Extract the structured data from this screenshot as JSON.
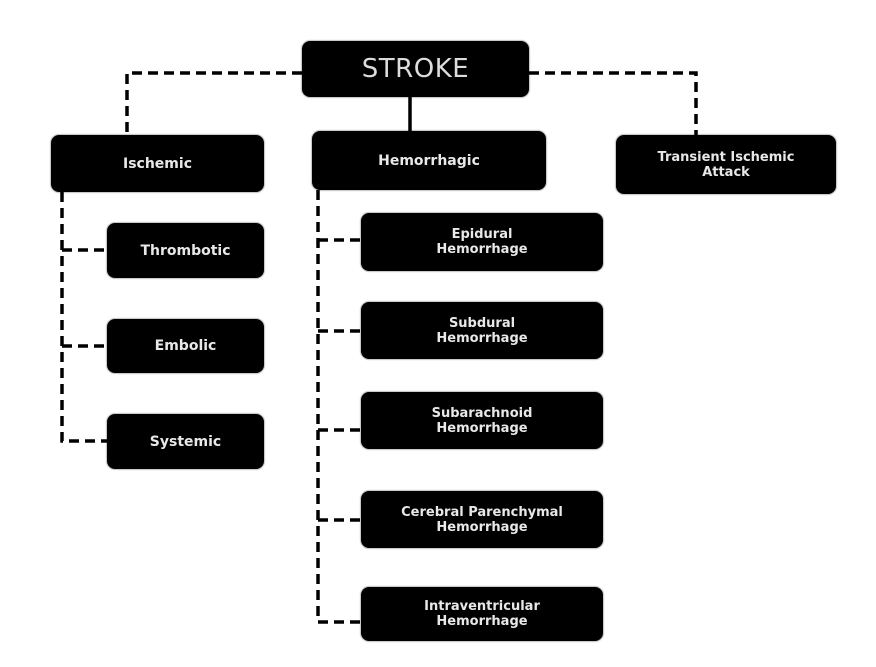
{
  "diagram": {
    "type": "hierarchy",
    "root": "STROKE",
    "categories": [
      {
        "id": "ischemic",
        "label": "Ischemic",
        "children": [
          "Thrombotic",
          "Embolic",
          "Systemic"
        ]
      },
      {
        "id": "hemorrhagic",
        "label": "Hemorrhagic",
        "children": [
          "Epidural Hemorrhage",
          "Subdural Hemorrhage",
          "Subarachnoid Hemorrhage",
          "Cerebral Parenchymal Hemorrhage",
          "Intraventricular Hemorrhage"
        ]
      },
      {
        "id": "tia",
        "label": "Transient Ischemic Attack",
        "children": []
      }
    ],
    "colors": {
      "node_fill": "#000000",
      "node_text": "#e8e8e8",
      "connector": "#000000",
      "background": "#ffffff"
    },
    "connector_style": "dashed"
  }
}
